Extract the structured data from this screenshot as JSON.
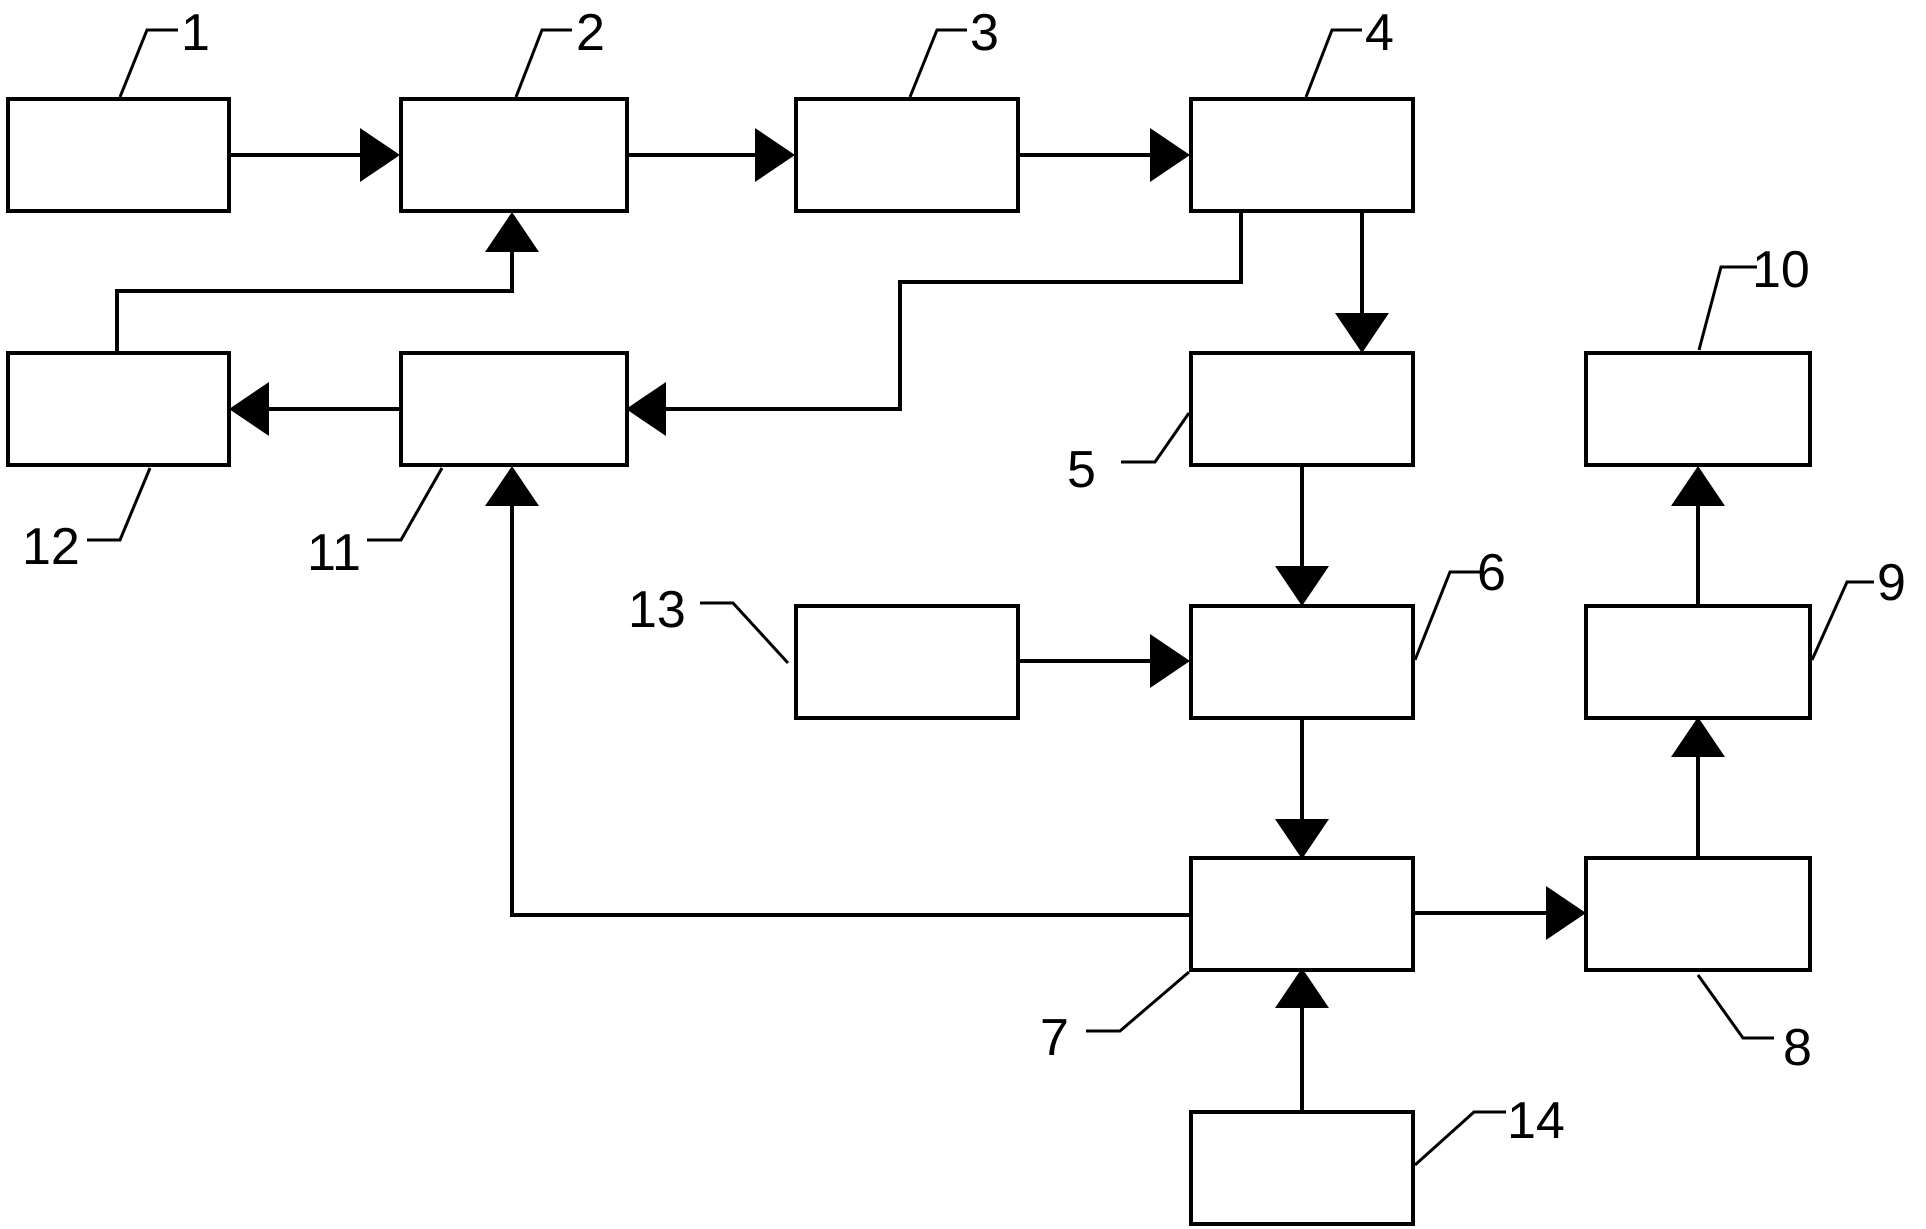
{
  "labels": {
    "b1": "1",
    "b2": "2",
    "b3": "3",
    "b4": "4",
    "b5": "5",
    "b6": "6",
    "b7": "7",
    "b8": "8",
    "b9": "9",
    "b10": "10",
    "b11": "11",
    "b12": "12",
    "b13": "13",
    "b14": "14"
  },
  "colors": {
    "stroke": "#000000",
    "background": "#ffffff"
  }
}
